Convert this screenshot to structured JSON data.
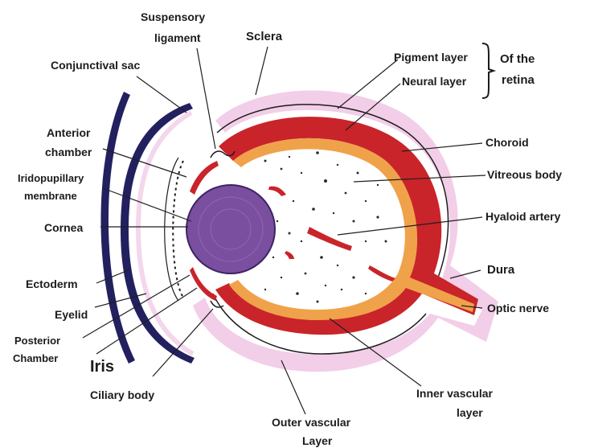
{
  "labels": {
    "suspensory_ligament_1": "Suspensory",
    "suspensory_ligament_2": "ligament",
    "sclera": "Sclera",
    "pigment_layer": "Pigment layer",
    "neural_layer": "Neural layer",
    "retina_group_1": "Of the",
    "retina_group_2": "retina",
    "conjunctival_sac": "Conjunctival sac",
    "anterior_chamber_1": "Anterior",
    "anterior_chamber_2": "chamber",
    "iridopupillary_1": "Iridopupillary",
    "iridopupillary_2": "membrane",
    "cornea": "Cornea",
    "ectoderm": "Ectoderm",
    "eyelid": "Eyelid",
    "posterior_chamber_1": "Posterior",
    "posterior_chamber_2": "Chamber",
    "iris": "Iris",
    "ciliary_body": "Ciliary body",
    "choroid": "Choroid",
    "vitreous_body": "Vitreous body",
    "hyaloid_artery": "Hyaloid artery",
    "dura": "Dura",
    "optic_nerve": "Optic nerve",
    "inner_vascular_1": "Inner vascular",
    "inner_vascular_2": "layer",
    "outer_vascular_1": "Outer vascular",
    "outer_vascular_2": "Layer"
  },
  "colors": {
    "outer_pink": "#f0c6e4",
    "retina_red": "#c9242a",
    "retina_orange": "#f0a24a",
    "lens_purple": "#7b4fa0",
    "eyelid_navy": "#23205f",
    "text": "#1c1c1c"
  }
}
